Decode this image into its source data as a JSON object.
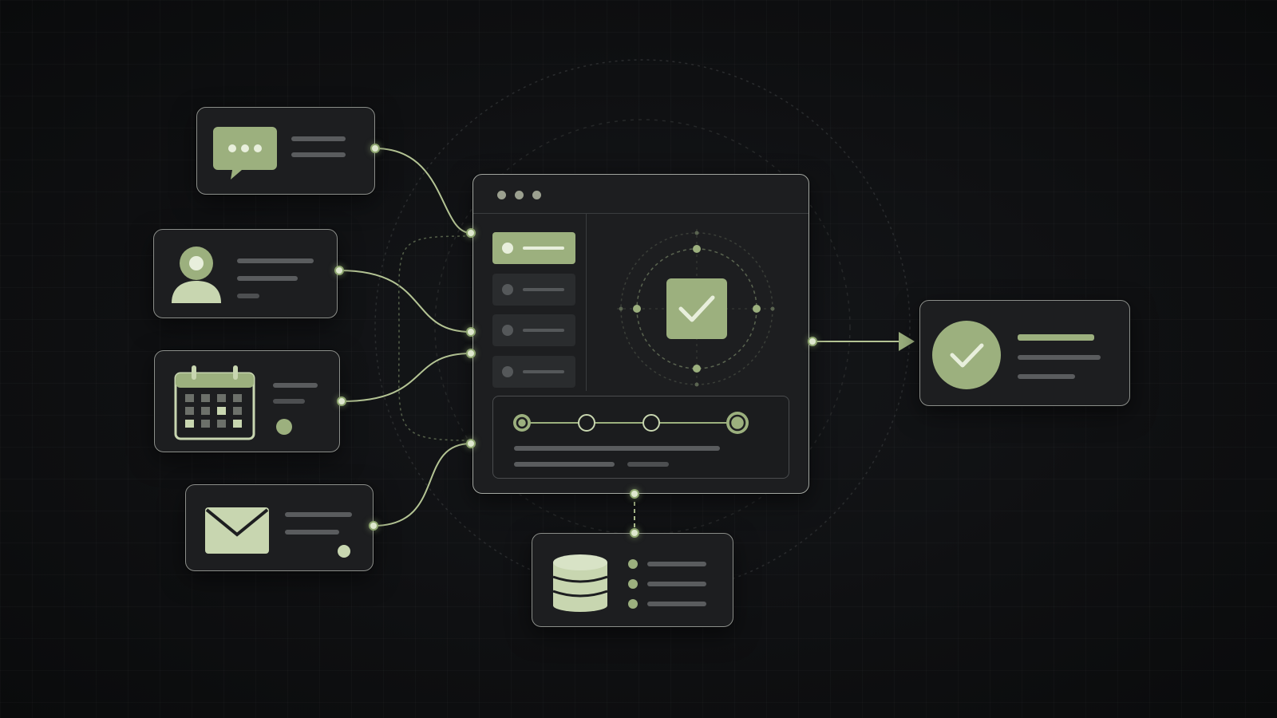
{
  "diagram": {
    "inputs": [
      {
        "name": "chat",
        "icon": "chat-bubble-icon"
      },
      {
        "name": "user",
        "icon": "user-profile-icon"
      },
      {
        "name": "calendar",
        "icon": "calendar-icon"
      },
      {
        "name": "email",
        "icon": "envelope-icon"
      }
    ],
    "hub": {
      "icon": "checkbox-check-icon",
      "menu_items": 4,
      "active_item": 1,
      "timeline_steps": 4
    },
    "output": {
      "icon": "check-circle-icon"
    },
    "storage": {
      "icon": "database-icon",
      "rows": 3
    }
  },
  "colors": {
    "background": "#0f1012",
    "card": "#1d1e20",
    "card_border": "#8c8f8b",
    "accent": "#9cb07e",
    "connector": "#b4c494",
    "muted_bar": "#5a5c5e"
  }
}
